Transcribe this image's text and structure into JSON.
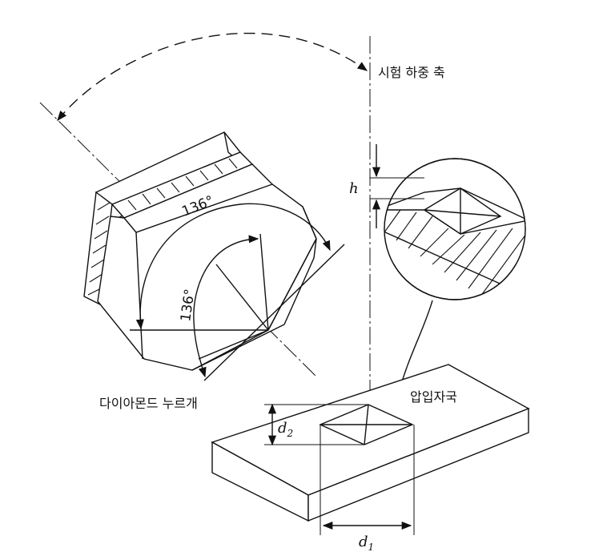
{
  "labels": {
    "load_axis": "시험 하중 축",
    "indenter": "다이아몬드 누르개",
    "indentation": "압입자국",
    "angle_face": "136°",
    "angle_edge": "136°",
    "depth": "h",
    "diag1": "d",
    "diag1_sub": "1",
    "diag2": "d",
    "diag2_sub": "2"
  }
}
